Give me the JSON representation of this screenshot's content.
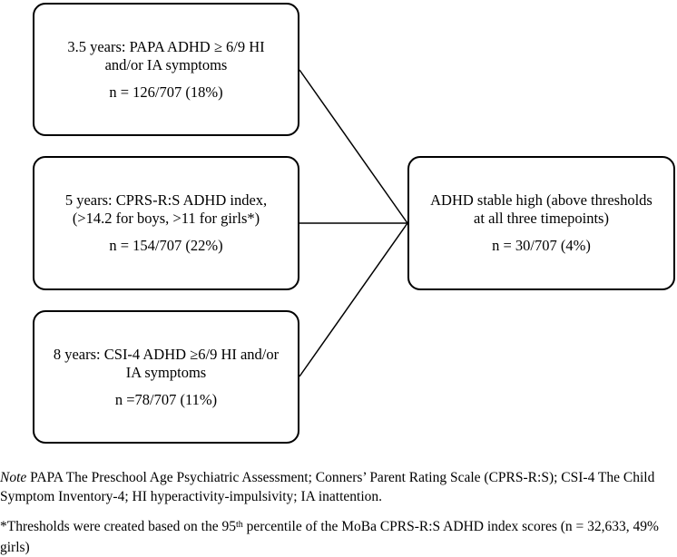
{
  "boxes": [
    {
      "id": "b1",
      "desc": "3.5 years: PAPA ADHD ≥ 6/9  HI\nand/or IA symptoms",
      "count": "n = 126/707 (18%)"
    },
    {
      "id": "b2",
      "desc": "5 years: CPRS-R:S ADHD index,\n(>14.2 for boys, >11 for girls*)",
      "count": "n = 154/707 (22%)"
    },
    {
      "id": "b3",
      "desc": "8 years: CSI-4 ADHD ≥6/9 HI and/or\nIA symptoms",
      "count": "n =78/707 (11%)"
    },
    {
      "id": "b4",
      "desc": "ADHD stable high (above thresholds\nat all three timepoints)",
      "count": "n = 30/707 (4%)"
    }
  ],
  "note": {
    "label": "Note",
    "text": " PAPA The Preschool Age Psychiatric Assessment; Conners’ Parent Rating Scale (CPRS-R:S); CSI-4 The Child Symptom Inventory-4; HI hyperactivity-impulsivity; IA inattention."
  },
  "footnote": {
    "before": "*Thresholds were created based on the 95",
    "sup": "th",
    "after": " percentile of the MoBa CPRS-R:S ADHD index scores (n = 32,633, 49% girls)"
  }
}
